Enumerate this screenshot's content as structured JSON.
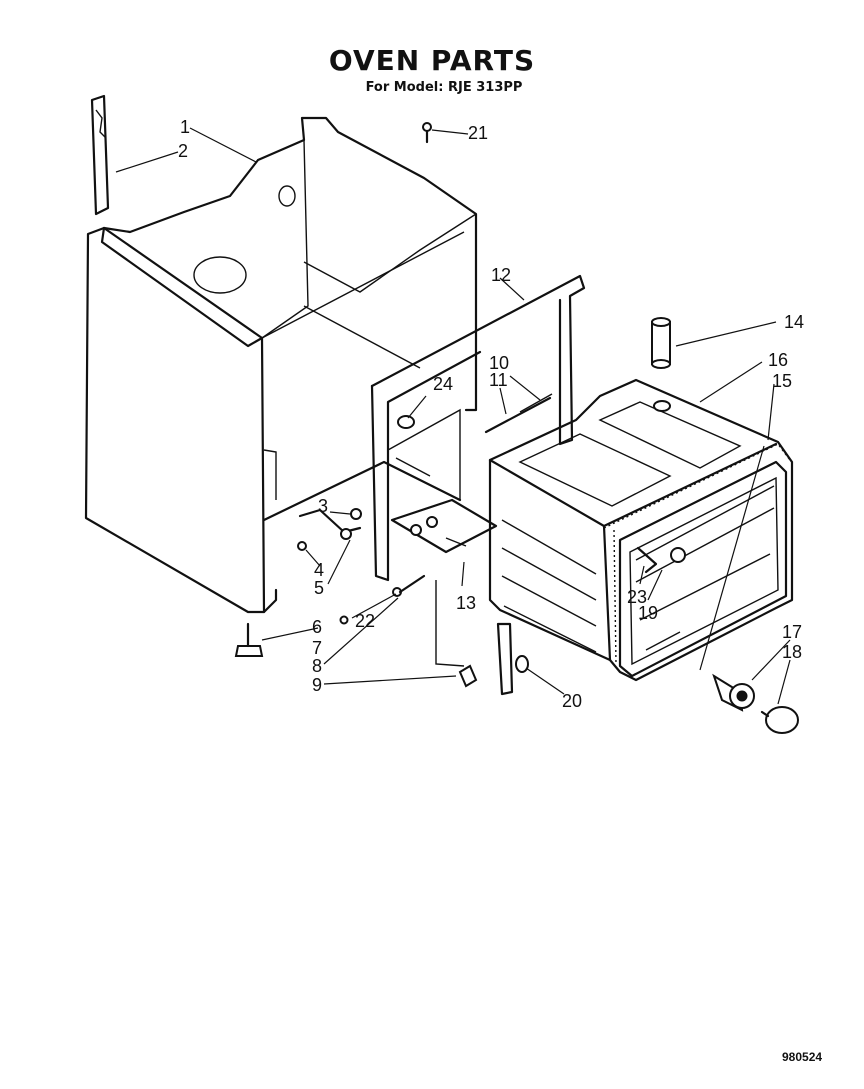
{
  "title": "OVEN PARTS",
  "subtitle": "For Model: RJE 313PP",
  "document_number": "980524",
  "callouts": [
    {
      "id": "c1",
      "label": "1"
    },
    {
      "id": "c2",
      "label": "2"
    },
    {
      "id": "c3",
      "label": "3"
    },
    {
      "id": "c4",
      "label": "4"
    },
    {
      "id": "c5",
      "label": "5"
    },
    {
      "id": "c6",
      "label": "6"
    },
    {
      "id": "c7",
      "label": "7"
    },
    {
      "id": "c8",
      "label": "8"
    },
    {
      "id": "c9",
      "label": "9"
    },
    {
      "id": "c10",
      "label": "10"
    },
    {
      "id": "c11",
      "label": "11"
    },
    {
      "id": "c12",
      "label": "12"
    },
    {
      "id": "c13",
      "label": "13"
    },
    {
      "id": "c14",
      "label": "14"
    },
    {
      "id": "c15",
      "label": "15"
    },
    {
      "id": "c16",
      "label": "16"
    },
    {
      "id": "c17",
      "label": "17"
    },
    {
      "id": "c18",
      "label": "18"
    },
    {
      "id": "c19",
      "label": "19"
    },
    {
      "id": "c20",
      "label": "20"
    },
    {
      "id": "c21",
      "label": "21"
    },
    {
      "id": "c22",
      "label": "22"
    },
    {
      "id": "c23",
      "label": "23"
    },
    {
      "id": "c24",
      "label": "24"
    }
  ]
}
